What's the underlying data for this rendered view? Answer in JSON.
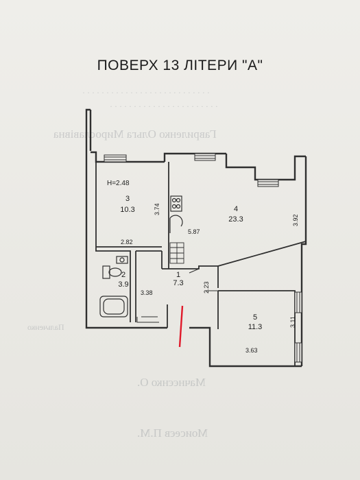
{
  "title": "ПОВЕРХ 13 ЛІТЕРИ \"А\"",
  "rooms": [
    {
      "number": "1",
      "area": "7.3"
    },
    {
      "number": "2",
      "area": "3.9"
    },
    {
      "number": "3",
      "area": "10.3"
    },
    {
      "number": "4",
      "area": "23.3"
    },
    {
      "number": "5",
      "area": "11.3"
    }
  ],
  "ceiling_height": "H=2.48",
  "dimensions": {
    "room3_height": "3.74",
    "room3_width": "2.82",
    "room4_height": "3.92",
    "room4_inner": "5.87",
    "room1_height": "2.23",
    "room2_width": "3.38",
    "room5_height": "3.11",
    "room5_width": "3.63"
  },
  "bleed_through_text": [
    "Гавриленко Ольга Мирославівна",
    "Мачнєєнко О.",
    "Моисеєв П.М.",
    "Пальченко"
  ],
  "colors": {
    "wall": "#2f2f2f",
    "marker": "#e0192a"
  }
}
